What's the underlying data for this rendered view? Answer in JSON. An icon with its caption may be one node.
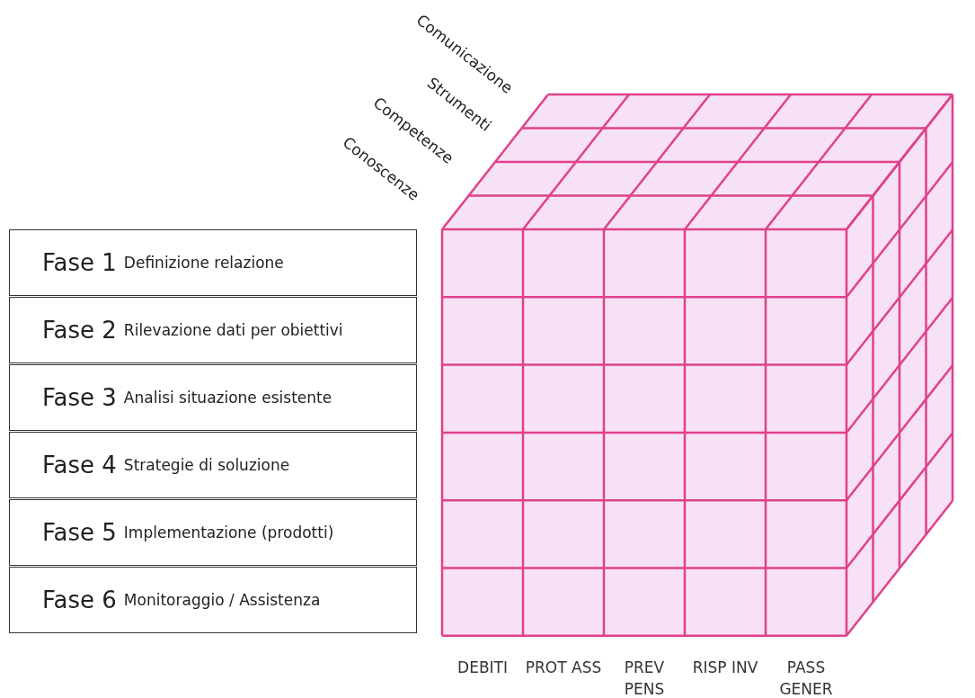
{
  "diagram": {
    "nodes": [
      {
        "text": [
          "Fase 1",
          "Definizione relazione"
        ]
      },
      {
        "text": [
          "Fase 2",
          "Rilevazione dati per obiettivi"
        ]
      },
      {
        "text": [
          "Fase 3",
          "Analisi situazione esistente"
        ]
      },
      {
        "text": [
          "Fase 4",
          "Strategie di soluzione"
        ]
      },
      {
        "text": [
          "Fase 5",
          "Implementazione (prodotti)"
        ]
      },
      {
        "text": [
          "Fase 6",
          "Monitoraggio / Assistenza"
        ]
      }
    ],
    "edges": [],
    "labels": [
      "Comunicazione",
      "Strumenti",
      "Competenze",
      "Conoscenze",
      "DEBITI",
      "PROT ASS",
      "PREV PENS",
      "RISP INV",
      "PASS GENER"
    ]
  }
}
